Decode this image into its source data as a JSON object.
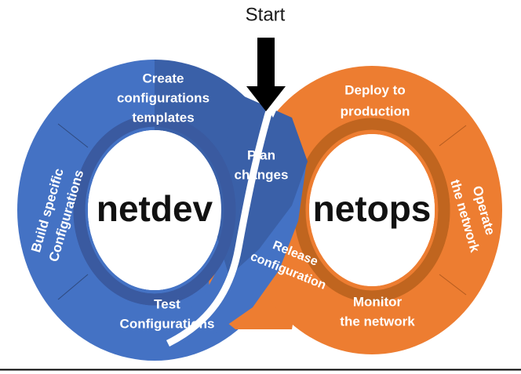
{
  "diagram": {
    "title_visible": false,
    "type": "infinity-loop-lifecycle",
    "start": {
      "label": "Start",
      "arrow_icon": "down-arrow-icon",
      "arrow_color": "#000000",
      "points_to": "Plan changes"
    },
    "colors": {
      "blue": "#4472C4",
      "blue_dark": "#3A60A8",
      "blue_inner_ring": "#3A5AA0",
      "orange": "#ED7D31",
      "orange_dark": "#D9692A",
      "orange_inner_ring": "#C0651F",
      "white": "#FFFFFF",
      "text_dark": "#111111",
      "rule": "#000000"
    },
    "loops": [
      {
        "name": "netdev",
        "hub_label": "netdev",
        "color": "#4472C4",
        "segments": [
          {
            "id": "create-configurations-templates",
            "lines": [
              "Create",
              "configurations",
              "templates"
            ],
            "orientation": "horizontal"
          },
          {
            "id": "plan-changes",
            "lines": [
              "Plan",
              "changes"
            ],
            "orientation": "horizontal",
            "shade": "dark"
          },
          {
            "id": "test-configurations",
            "lines": [
              "Test",
              "Configurations"
            ],
            "orientation": "horizontal"
          },
          {
            "id": "build-specific-configurations",
            "lines": [
              "Build specific",
              "Configurations"
            ],
            "orientation": "rotated",
            "rotation": -74
          }
        ]
      },
      {
        "name": "netops",
        "hub_label": "netops",
        "color": "#ED7D31",
        "segments": [
          {
            "id": "deploy-to-production",
            "lines": [
              "Deploy to",
              "production"
            ],
            "orientation": "horizontal"
          },
          {
            "id": "operate-the-network",
            "lines": [
              "Operate",
              "the network"
            ],
            "orientation": "rotated",
            "rotation": 74
          },
          {
            "id": "monitor-the-network",
            "lines": [
              "Monitor",
              "the network"
            ],
            "orientation": "horizontal"
          },
          {
            "id": "release-configuration",
            "lines": [
              "Release",
              "configuration"
            ],
            "orientation": "rotated",
            "rotation": 22
          }
        ]
      }
    ],
    "footer_rule": true
  }
}
